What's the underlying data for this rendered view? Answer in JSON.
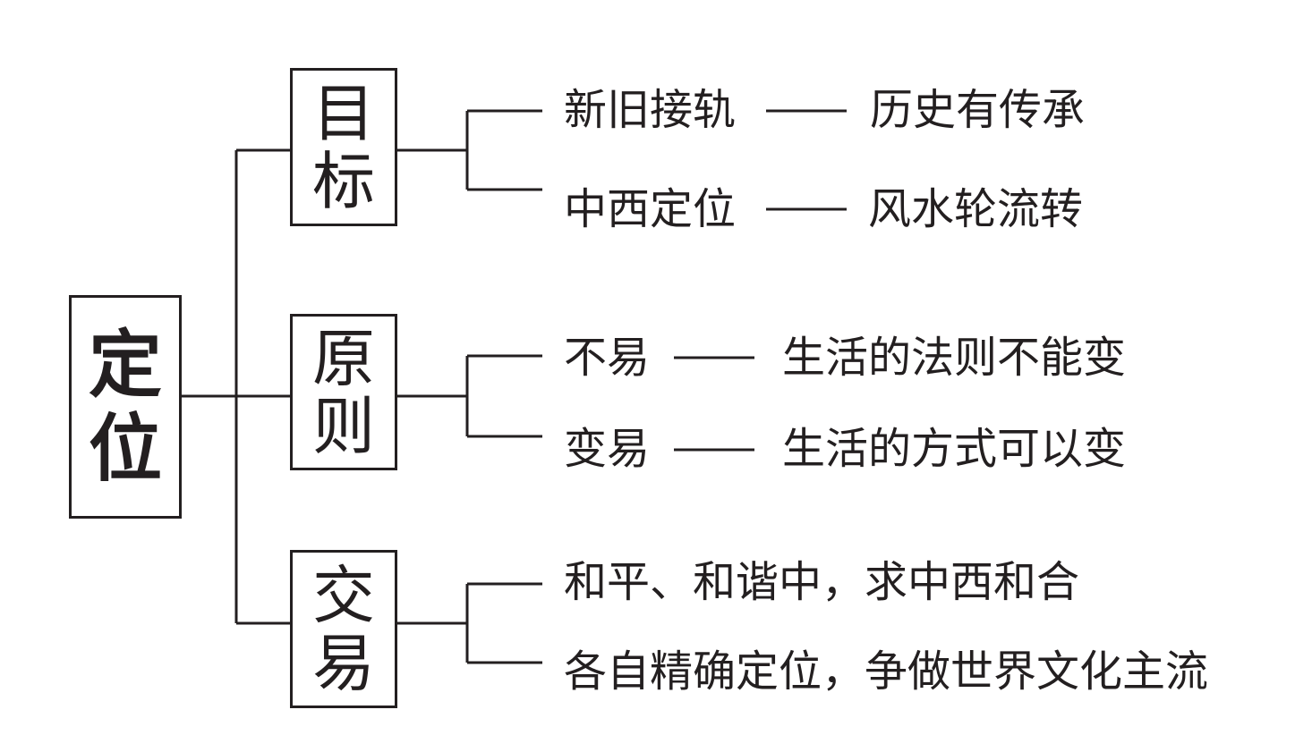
{
  "root": {
    "chars": [
      "定",
      "位"
    ]
  },
  "categories": [
    {
      "chars": [
        "目",
        "标"
      ],
      "items": [
        {
          "left": "新旧接轨",
          "right": "历史有传承"
        },
        {
          "left": "中西定位",
          "right": "风水轮流转"
        }
      ]
    },
    {
      "chars": [
        "原",
        "则"
      ],
      "items": [
        {
          "left": "不易",
          "right": "生活的法则不能变"
        },
        {
          "left": "变易",
          "right": "生活的方式可以变"
        }
      ]
    },
    {
      "chars": [
        "交",
        "易"
      ],
      "items": [
        {
          "text": "和平、和谐中，求中西和合"
        },
        {
          "text": "各自精确定位，争做世界文化主流"
        }
      ]
    }
  ],
  "colors": {
    "ink": "#231f20",
    "background": "#ffffff"
  }
}
